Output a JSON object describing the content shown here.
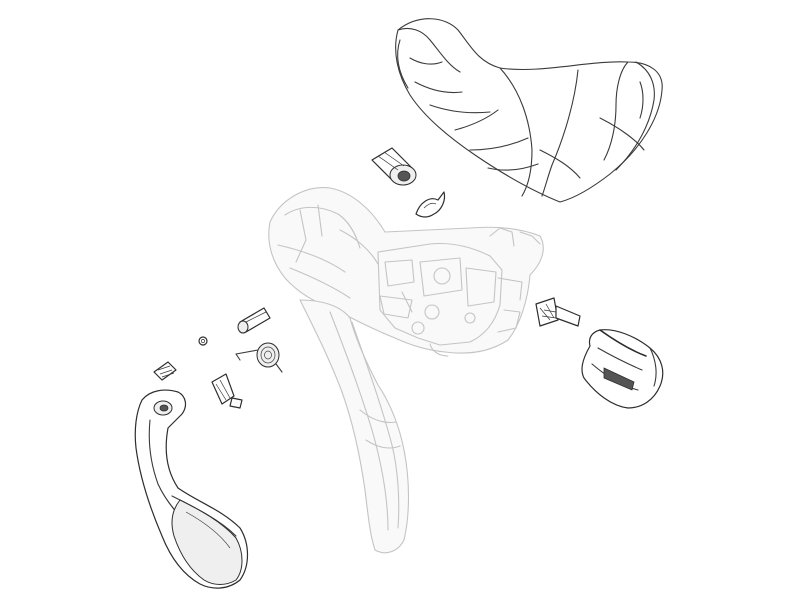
{
  "diagram": {
    "kind": "exploded-parts-view",
    "parts": [
      {
        "id": "hood-cover",
        "name": "hood-cover"
      },
      {
        "id": "lever-body",
        "name": "shifter-lever-body"
      },
      {
        "id": "hollow-bushing",
        "name": "hollow-bushing"
      },
      {
        "id": "spring-clip",
        "name": "spring-clip"
      },
      {
        "id": "clamp-bolt",
        "name": "clamp-bolt"
      },
      {
        "id": "handlebar-clamp",
        "name": "handlebar-clamp"
      },
      {
        "id": "pivot-pin",
        "name": "pivot-pin"
      },
      {
        "id": "small-washer",
        "name": "small-washer"
      },
      {
        "id": "torsion-spring",
        "name": "torsion-spring"
      },
      {
        "id": "grub-screw",
        "name": "grub-screw"
      },
      {
        "id": "pawl-assembly",
        "name": "pawl-assembly"
      },
      {
        "id": "shift-paddle",
        "name": "shift-paddle"
      }
    ]
  }
}
